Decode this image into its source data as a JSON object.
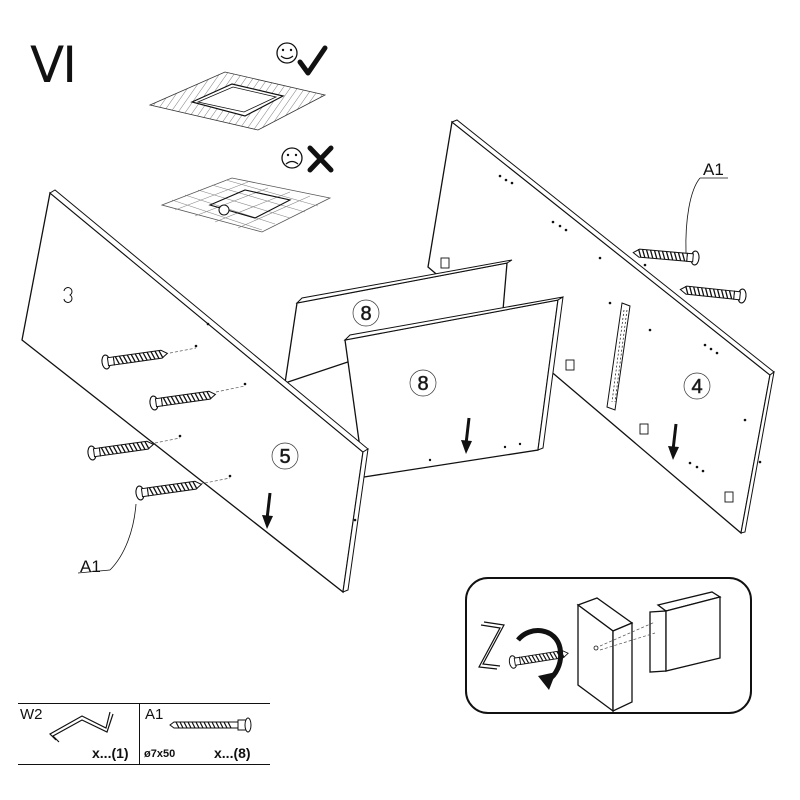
{
  "step": {
    "number": "VI"
  },
  "panels": [
    {
      "id": "panel-5",
      "label": "5"
    },
    {
      "id": "panel-8-back",
      "label": "8"
    },
    {
      "id": "panel-8-front",
      "label": "8"
    },
    {
      "id": "panel-4",
      "label": "4"
    }
  ],
  "callouts": {
    "left_screw": "A1",
    "right_screw": "A1"
  },
  "glue_hint": {
    "correct_icon": "smiley-check-icon",
    "wrong_icon": "frown-cross-icon"
  },
  "parts_list": [
    {
      "id": "W2",
      "quantity": "x...(1)",
      "icon": "allen-key-icon"
    },
    {
      "id": "A1",
      "spec": "ø7x50",
      "quantity": "x...(8)",
      "icon": "confirmat-screw-icon"
    }
  ],
  "detail": {
    "icon": "rotate-clockwise-icon"
  }
}
